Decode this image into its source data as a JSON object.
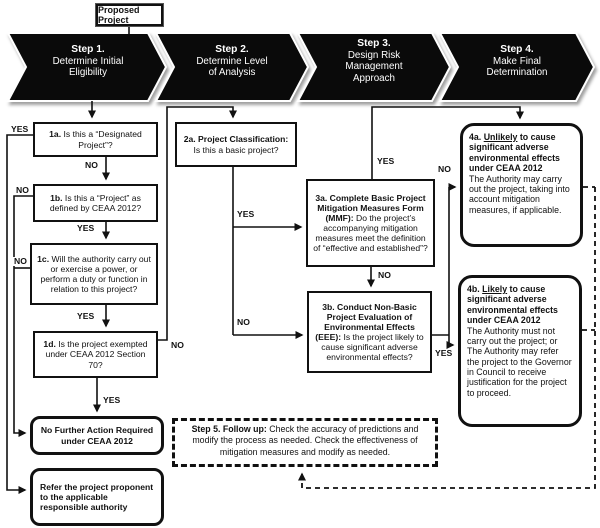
{
  "start": {
    "label": "Proposed Project"
  },
  "chevrons": [
    {
      "title": "Step 1.",
      "lines": [
        "Determine Initial",
        "Eligibility"
      ]
    },
    {
      "title": "Step 2.",
      "lines": [
        "Determine Level",
        "of Analysis"
      ]
    },
    {
      "title": "Step 3.",
      "lines": [
        "Design Risk",
        "Management",
        "Approach"
      ]
    },
    {
      "title": "Step 4.",
      "lines": [
        "Make Final",
        "Determination"
      ]
    }
  ],
  "boxes": {
    "b1a": {
      "bold": "1a.",
      "text": " Is this a “Designated Project”?"
    },
    "b1b": {
      "bold": "1b.",
      "text": " Is this a “Project” as defined by CEAA 2012?"
    },
    "b1c": {
      "bold": "1c.",
      "text": " Will the authority carry out or exercise a power, or perform a duty or function in relation to this project?"
    },
    "b1d": {
      "bold": "1d.",
      "text": " Is the project exempted under CEAA 2012 Section 70?"
    },
    "no_action": {
      "text": "No Further Action Required under CEAA 2012"
    },
    "refer": {
      "text": "Refer the project proponent to the applicable responsible authority"
    },
    "b2a": {
      "bold": "2a. Project Classification:",
      "text": " Is this a basic project?"
    },
    "b3a": {
      "bold": "3a. Complete Basic Project Mitigation Measures Form (MMF):",
      "text": " Do the project’s accompanying mitigation measures meet the definition of “effective and established”?"
    },
    "b3b": {
      "bold": "3b. Conduct Non-Basic Project Evaluation of Environmental Effects (EEE):",
      "text": " Is the project likely to cause significant adverse environmental effects?"
    },
    "b4a": {
      "prefix": "4a. ",
      "underline": "Unlikely",
      "bold_rest": " to cause significant adverse environmental effects under CEAA 2012",
      "body": "The Authority may carry out the project, taking into account mitigation measures, if applicable."
    },
    "b4b": {
      "prefix": "4b. ",
      "underline": "Likely",
      "bold_rest": " to cause significant adverse environmental effects under CEAA 2012",
      "body": "The Authority must not carry out the project; or The Authority may refer the project to the Governor in Council to receive justification for the project to proceed."
    },
    "b5": {
      "bold": "Step 5. Follow up:",
      "text": " Check the accuracy of predictions and modify the process as needed. Check the effectiveness of mitigation measures and modify as needed."
    }
  },
  "edge_labels": {
    "yes_1a": "YES",
    "no_1a": "NO",
    "no_1b": "NO",
    "yes_1b": "YES",
    "no_1c": "NO",
    "yes_1c": "YES",
    "no_1d": "NO",
    "yes_1d": "YES",
    "yes_2a": "YES",
    "no_2a": "NO",
    "yes_3a": "YES",
    "no_3a": "NO",
    "no_3b": "NO",
    "yes_3b": "YES"
  },
  "colors": {
    "chevron_fill": "#0a0a0a",
    "line": "#111111",
    "background": "#ffffff"
  }
}
